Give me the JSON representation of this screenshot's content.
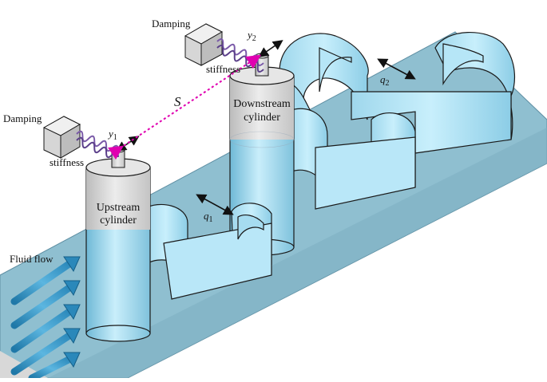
{
  "labels": {
    "damping_upper": "Damping",
    "stiffness_upper": "stiffness",
    "y2_base": "y",
    "y2_sub": "2",
    "damping_lower": "Damping",
    "stiffness_lower": "stiffness",
    "y1_base": "y",
    "y1_sub": "1",
    "spacing": "S",
    "q1_base": "q",
    "q1_sub": "1",
    "q2_base": "q",
    "q2_sub": "2",
    "upstream_line1": "Upstream",
    "upstream_line2": "cylinder",
    "downstream_line1": "Downstream",
    "downstream_line2": "cylinder",
    "fluid_flow": "Fluid flow"
  },
  "colors": {
    "plate": "#8fbfd0",
    "plate_edge": "#5f8fa3",
    "water_light": "#c4ecfa",
    "water_mid": "#a8dcf0",
    "water_dark": "#7fc4de",
    "cylinder_gray": "#d9d9d9",
    "spring": "#7a5aa8",
    "spacing_line": "#e000b0",
    "arrow_blue": "#2f8fc0"
  }
}
